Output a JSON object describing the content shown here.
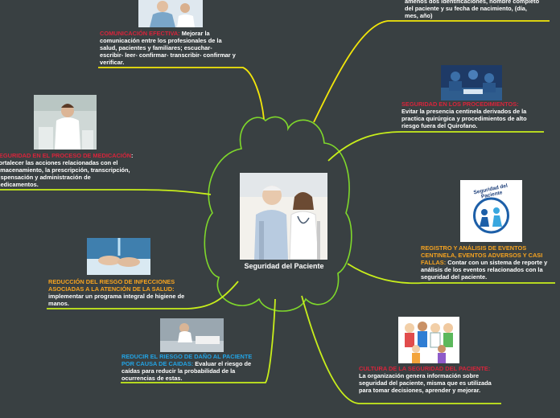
{
  "colors": {
    "background": "#394042",
    "branch": "#c8ee1b",
    "branch_top": "#f2e60a",
    "cloud_outline": "#7fd82b",
    "text": "#ffffff",
    "label_red": "#d8243b",
    "label_orange": "#f6a320",
    "label_blue": "#22a3e4"
  },
  "center": {
    "title": "Seguridad del Paciente"
  },
  "topics": [
    {
      "id": "comunicacion",
      "label": "COMUNICACIÓN EFECTIVA:",
      "label_color": "#d8243b",
      "text": " Mejorar la comunicación entre los profesionales de la salud, pacientes y familiares; escuchar- escribir- leer- confirmar- transcribir- confirmar y verificar."
    },
    {
      "id": "identificacion",
      "label": "",
      "label_color": "#d8243b",
      "text": "amenos dos identificaciones, nombre completo del paciente y su fecha de nacimiento, (día, mes, año)"
    },
    {
      "id": "cirugia",
      "label": "SEGURIDAD EN LOS PROCEDIMIENTOS:",
      "label_color": "#d8243b",
      "text": "Evitar la presencia centinela derivados de la practica quirúrgica y procedimientos de alto riesgo fuera del Quirofano."
    },
    {
      "id": "medicacion",
      "label": "SEGURIDAD EN EL PROCESO DE MEDICACIÓN",
      "label_color": "#d8243b",
      "text": ": Fortalecer las acciones relacionadas con el almacenamiento, la prescripción, transcripción, dispensación y administración de medicamentos."
    },
    {
      "id": "registro",
      "label": "REGISTRO Y ANÁLISIS DE EVENTOS CENTINELA, EVENTOS ADVERSOS Y CASI FALLAS:",
      "label_color": "#f6a320",
      "text": " Contar con un sistema de reporte y análisis de los eventos relacionados con la seguridad del paciente."
    },
    {
      "id": "infecciones",
      "label": "REDUCCIÓN DEL RIESGO DE INFECCIONES ASOCIADAS A LA ATENCIÓN DE LA SALUD:",
      "label_color": "#f6a320",
      "text": " implementar un programa integral de higiene de manos."
    },
    {
      "id": "caidas",
      "label": "REDUCIR EL RIESGO DE DAÑO AL PACIENTE POR CAUSA DE CAIDAS:",
      "label_color": "#22a3e4",
      "text": " Evaluar el riesgo de caídas para reducir la probabilidad de la ocurrencias de estas."
    },
    {
      "id": "cultura",
      "label": "CULTURA DE LA SEGURIDAD DEL PACIENTE:",
      "label_color": "#d8243b",
      "text": " La organización genera información sobre seguridad del paciente, misma que es utilizada para tomar decisiones, aprender y mejorar."
    }
  ],
  "logo": {
    "text": "Seguridad del Paciente"
  }
}
